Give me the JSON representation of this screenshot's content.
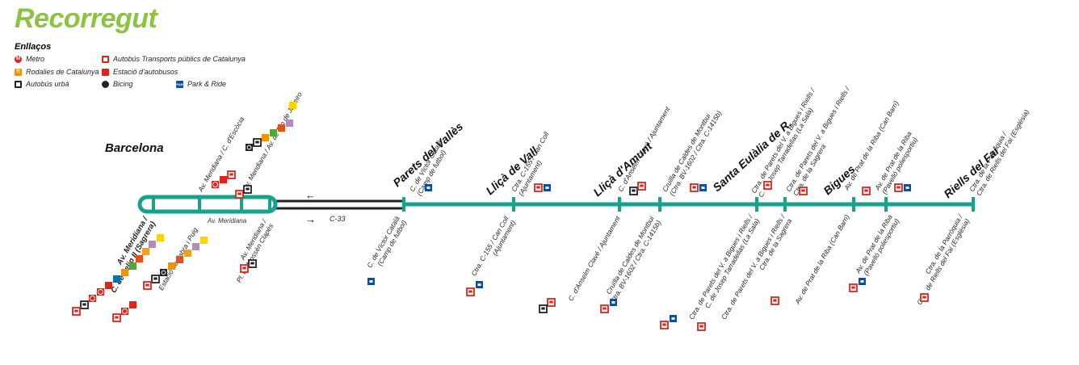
{
  "title": "Recorregut",
  "legend": {
    "heading": "Enllaços",
    "items": [
      {
        "icon": "metro-icon",
        "label": "Metro"
      },
      {
        "icon": "rodalies-icon",
        "label": "Rodalies de Catalunya"
      },
      {
        "icon": "urban-bus-icon",
        "label": "Autobús urbà"
      },
      {
        "icon": "tpc-bus-icon",
        "label": "Autobús Transports públics de Catalunya"
      },
      {
        "icon": "bus-station-icon",
        "label": "Estació d'autobusos"
      },
      {
        "icon": "bicing-icon",
        "label": "Bicing"
      },
      {
        "icon": "park-ride-icon",
        "label": "Park & Ride"
      }
    ]
  },
  "colors": {
    "title": "#8cc43f",
    "line": "#16a28c",
    "road": "#222222",
    "metro": "#e2231a",
    "rodalies": "#f39200",
    "park": "#0b4ea2"
  },
  "map": {
    "city": "Barcelona",
    "loop_label": "Av. Meridiana",
    "direction_arrow_upper": "←",
    "direction_arrow_lower": "→",
    "road_label": "C-33",
    "towns": [
      "Parets del Vallès",
      "Lliçà de Vall",
      "Lliçà d'Amunt",
      "Santa Eulàlia de R.",
      "Bigues",
      "Riells del Fai"
    ],
    "stops_above": [
      {
        "line1": "Av. Meridiana / C. d'Escòcia"
      },
      {
        "line1": "Av. Meridiana / Av. de Rio de Janeiro"
      },
      {
        "line1": "C. de Víctor Català",
        "line2": "(Camp de futbol)"
      },
      {
        "line1": "Ctra. C-155 / Can Coll",
        "line2": "(Ajuntament)"
      },
      {
        "line1": "C. d'Anselm Clavé / Ajuntament"
      },
      {
        "line1": "Cruïlla de Caldes de Montbui",
        "line2": "(Ctra. BV-1602 / Ctra. C-1415b)"
      },
      {
        "line1": "Ctra. de Parets del V. a Bigues i Riells /",
        "line2": "C. de Josep Tarradellas (La Sala)"
      },
      {
        "line1": "Ctra. de Parets del V. a Bigues i Riells /",
        "line2": "Ctra. de la Sagrera"
      },
      {
        "line1": "Av. de Prat de la Riba (Can Barri)"
      },
      {
        "line1": "Av. de Prat de la Riba",
        "line2": "(Pavelló poliesportiu)"
      },
      {
        "line1": "Ctra. de la Parròquia /",
        "line2": "Ctra. de Riells del Fai (Església)"
      }
    ],
    "stops_below": [
      {
        "line1": "Av. Meridiana /",
        "line2": "C. de Felip II (Sagrera)"
      },
      {
        "line1": "Estació de Fabra i Puig"
      },
      {
        "line1": "Av. Meridiana /",
        "line2": "Pl. de Mossèn Clapés"
      },
      {
        "line1": "C. de Víctor Català",
        "line2": "(Camp de futbol)"
      },
      {
        "line1": "Ctra. C-155 / Can Coll",
        "line2": "(Ajuntament)"
      },
      {
        "line1": "C. d'Anselm Clavé / Ajuntament"
      },
      {
        "line1": "Cruïlla de Caldes de Montbui",
        "line2": "(Ctra. BV-1602 / Ctra. C-1415b)"
      },
      {
        "line1": "Ctra. de Parets del V. a Bigues i Riells /",
        "line2": "C. de Josep Tarradellas (La Sala)"
      },
      {
        "line1": "Ctra. de Parets del V. a Bigues i Riells /",
        "line2": "Ctra. de la Sagrera"
      },
      {
        "line1": "Av. de Prat de la Riba (Can Barri)"
      },
      {
        "line1": "Av. de Prat de la Riba",
        "line2": "(Pavelló poliesportiu)"
      },
      {
        "line1": "Ctra. de la Parròquia /",
        "line2": "Ctra. de Riells del Fai (Església)"
      }
    ],
    "badges": {
      "metro": "M",
      "l1": "L1",
      "l5": "L5",
      "l9": "L9",
      "r2": "R2",
      "r3": "R3",
      "r4": "R4",
      "r7": "R7",
      "r12": "R12",
      "rodalies": "R",
      "park": "P&R"
    }
  }
}
